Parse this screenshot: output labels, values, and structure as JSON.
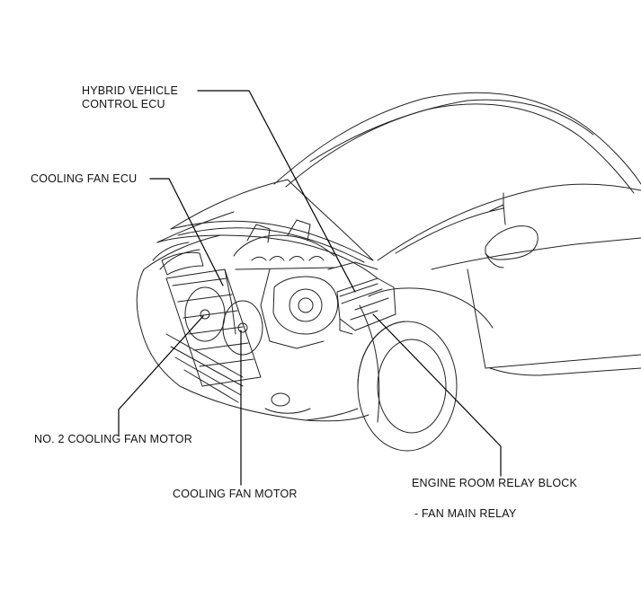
{
  "labels": {
    "hv_ecu_line1": "HYBRID VEHICLE",
    "hv_ecu_line2": "CONTROL ECU",
    "cooling_fan_ecu": "COOLING FAN ECU",
    "no2_cooling_fan_motor": "NO. 2 COOLING FAN MOTOR",
    "cooling_fan_motor": "COOLING FAN MOTOR",
    "engine_room_relay_block": "ENGINE ROOM RELAY BLOCK",
    "fan_main_relay": "- FAN MAIN RELAY"
  },
  "colors": {
    "ink": "#111111",
    "background": "#ffffff"
  }
}
